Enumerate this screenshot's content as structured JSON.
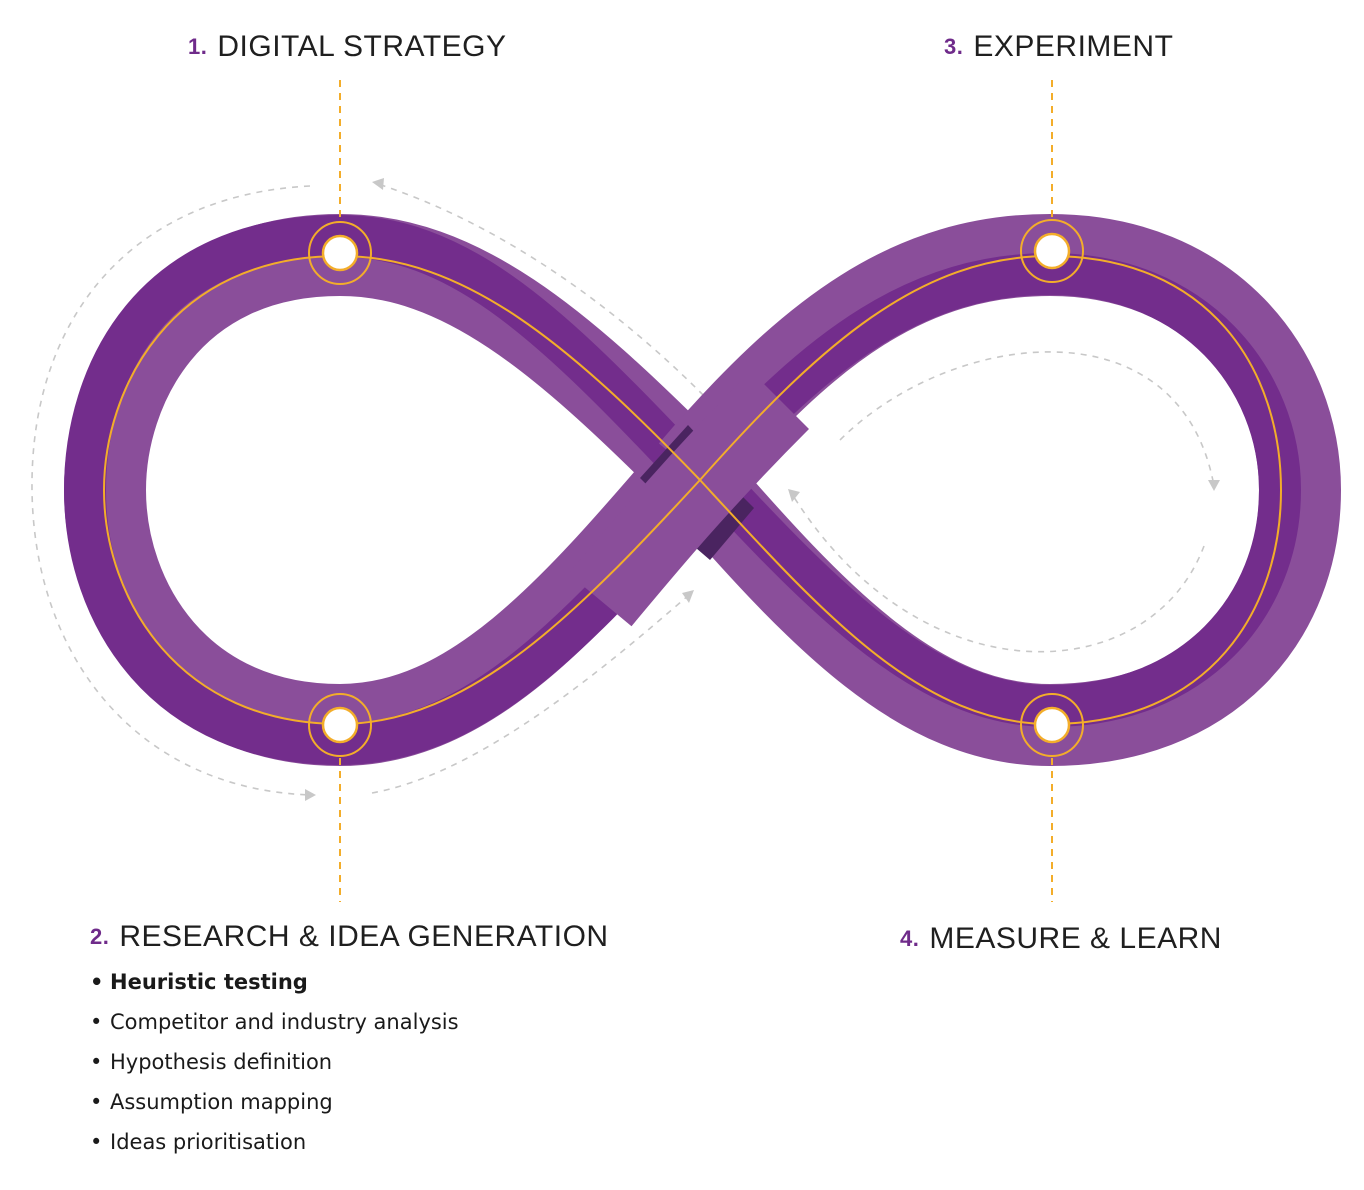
{
  "colors": {
    "band_dark": "#732d8c",
    "band_light": "#8a4e9a",
    "crossing_shadow": "#4a2460",
    "gold": "#f3ad2a",
    "node_fill": "#ffffff",
    "number_accent": "#6f2b8a",
    "flow_arrow": "#c8c8c8"
  },
  "stages": [
    {
      "number": "1.",
      "title": "DIGITAL STRATEGY"
    },
    {
      "number": "2.",
      "title": "RESEARCH & IDEA GENERATION"
    },
    {
      "number": "3.",
      "title": "EXPERIMENT"
    },
    {
      "number": "4.",
      "title": "MEASURE & LEARN"
    }
  ],
  "research_steps": [
    {
      "bullet": "•",
      "text": "Heuristic testing",
      "emphasis": true
    },
    {
      "bullet": "•",
      "text": "Competitor and industry analysis",
      "emphasis": false
    },
    {
      "bullet": "•",
      "text": "Hypothesis definition",
      "emphasis": false
    },
    {
      "bullet": "•",
      "text": "Assumption mapping",
      "emphasis": false
    },
    {
      "bullet": "•",
      "text": "Ideas prioritisation",
      "emphasis": false
    }
  ]
}
